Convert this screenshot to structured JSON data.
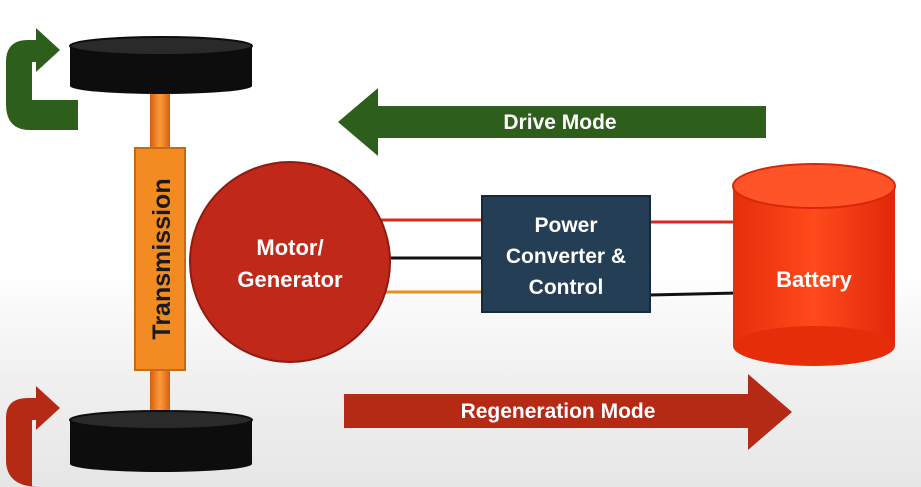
{
  "diagram": {
    "transmission_label": "Transmission",
    "motor_label_line1": "Motor/",
    "motor_label_line2": "Generator",
    "converter_label_line1": "Power",
    "converter_label_line2": "Converter &",
    "converter_label_line3": "Control",
    "battery_label": "Battery",
    "drive_mode_label": "Drive Mode",
    "regen_mode_label": "Regeneration Mode"
  },
  "colors": {
    "drive_arrow": "#2e5e1c",
    "regen_arrow": "#b52a15",
    "motor": "#c0281a",
    "battery": "#ff3d12",
    "converter": "#243e56",
    "transmission": "#f28c22",
    "wheel": "#0d0d0d",
    "wire_red": "#d42b1e",
    "wire_black": "#111111",
    "wire_orange": "#e8901e"
  }
}
